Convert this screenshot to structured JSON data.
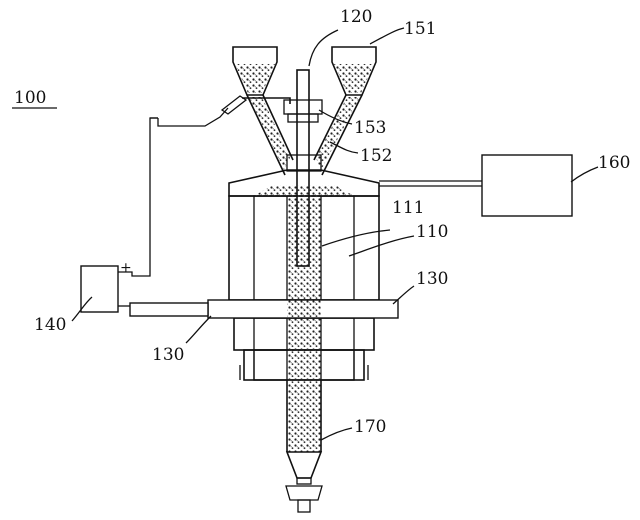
{
  "labels": {
    "system": "100",
    "rod": "120",
    "hopper": "151",
    "feed_tube": "153",
    "funnel": "152",
    "right_box": "160",
    "inner_tube": "111",
    "furnace": "110",
    "pipe_right": "130",
    "pipe_left": "130",
    "left_box": "140",
    "bottom_tube": "170",
    "plus_sign": "+"
  },
  "colors": {
    "line": "#111111",
    "background": "#ffffff"
  }
}
